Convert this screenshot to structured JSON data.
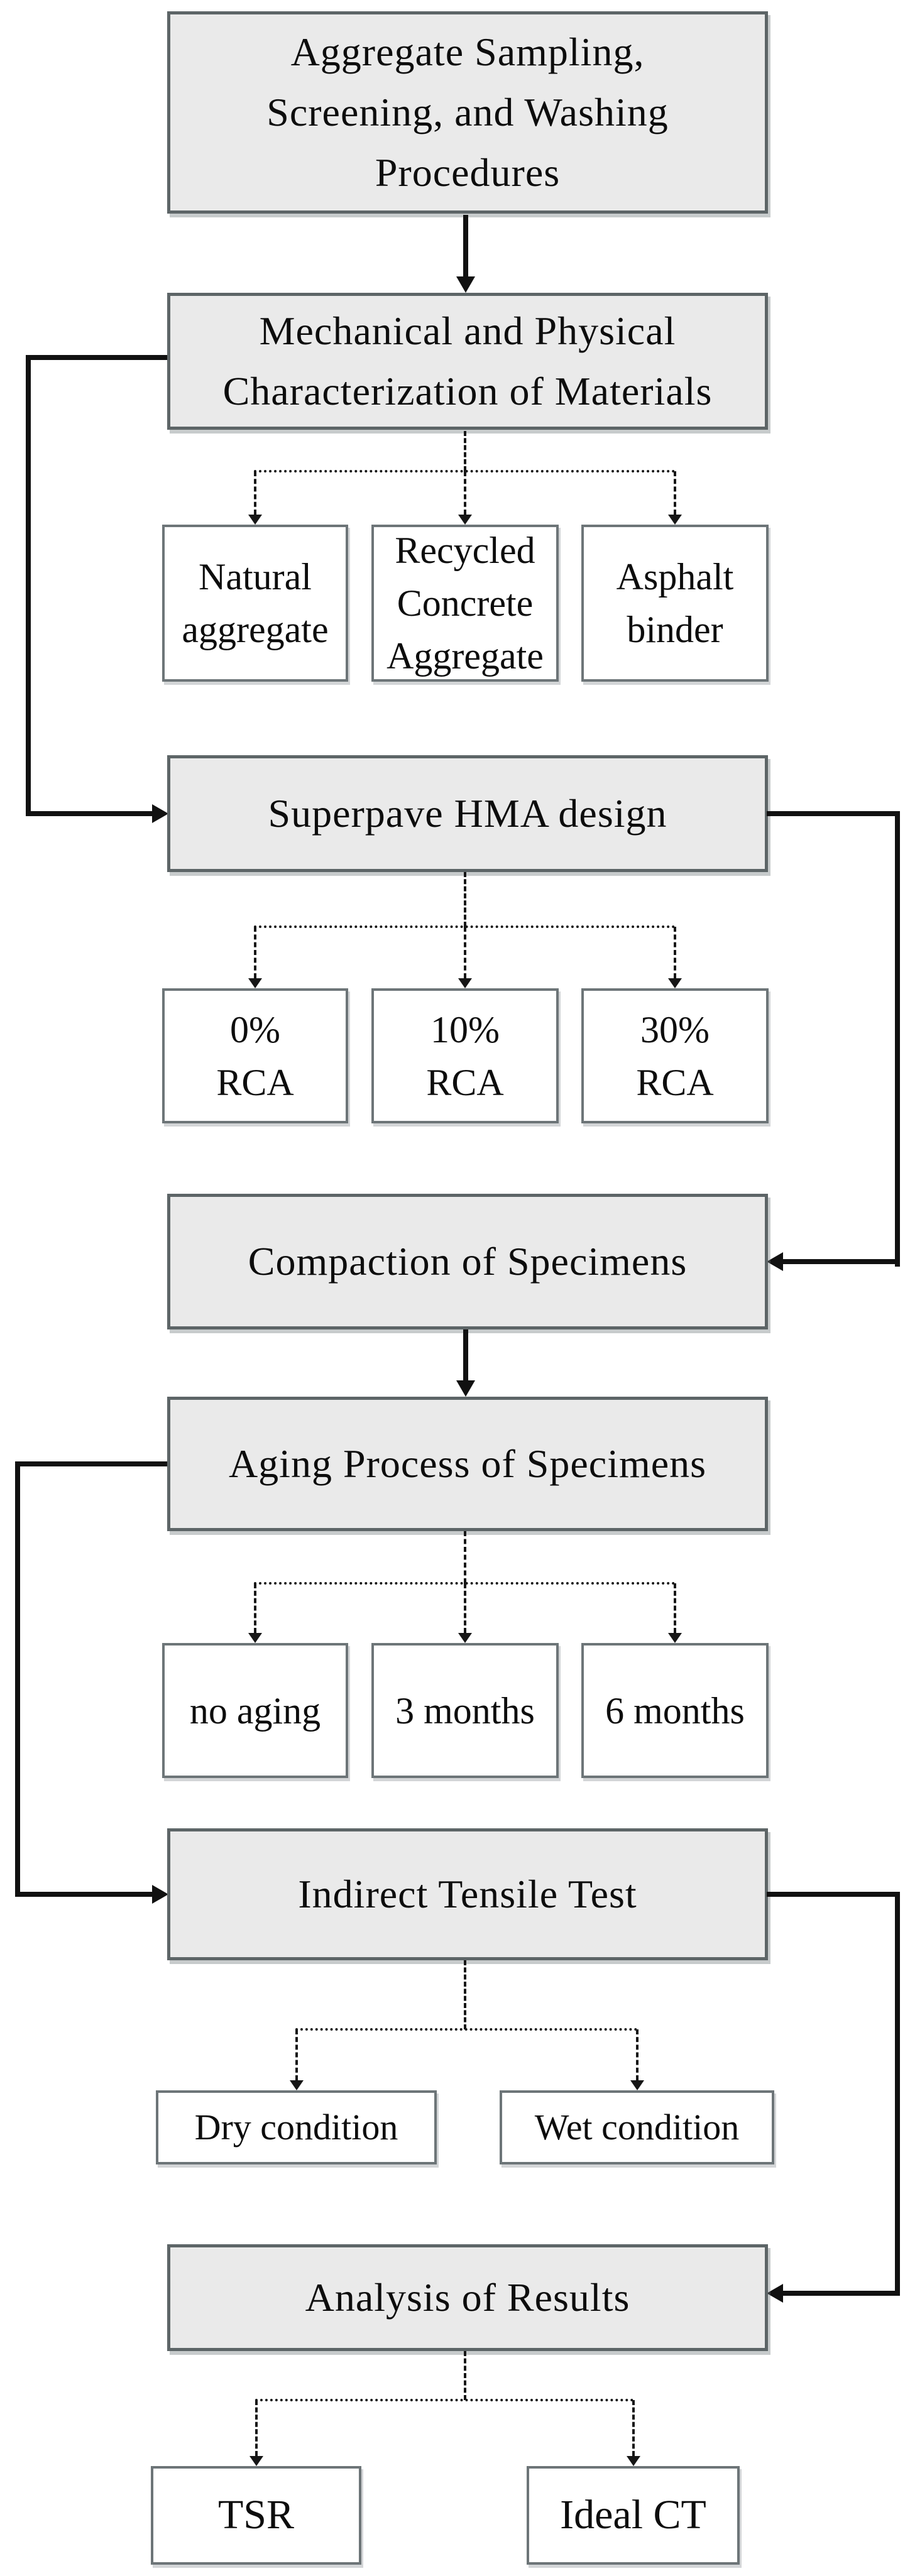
{
  "diagram": {
    "stages": {
      "sampling": {
        "lines": [
          "Aggregate Sampling,",
          "Screening, and Washing",
          "Procedures"
        ]
      },
      "characterization": {
        "lines": [
          "Mechanical and Physical",
          "Characterization of Materials"
        ]
      },
      "superpave": {
        "label": "Superpave HMA design"
      },
      "compaction": {
        "label": "Compaction of Specimens"
      },
      "aging": {
        "label": "Aging Process of Specimens"
      },
      "tensile_test": {
        "label": "Indirect Tensile Test"
      },
      "analysis": {
        "label": "Analysis of Results"
      }
    },
    "materials": [
      {
        "lines": [
          "Natural",
          "aggregate"
        ]
      },
      {
        "lines": [
          "Recycled",
          "Concrete",
          "Aggregate"
        ]
      },
      {
        "lines": [
          "Asphalt",
          "binder"
        ]
      }
    ],
    "rca_mixes": [
      {
        "lines": [
          "0%",
          "RCA"
        ]
      },
      {
        "lines": [
          "10%",
          "RCA"
        ]
      },
      {
        "lines": [
          "30%",
          "RCA"
        ]
      }
    ],
    "aging_periods": [
      {
        "label": "no aging"
      },
      {
        "label": "3 months"
      },
      {
        "label": "6 months"
      }
    ],
    "test_conditions": [
      {
        "label": "Dry condition"
      },
      {
        "label": "Wet condition"
      }
    ],
    "result_indices": [
      {
        "label": "TSR"
      },
      {
        "label": "Ideal CT"
      }
    ],
    "colors": {
      "stage_fill": "#eaeaea",
      "stage_border": "#5d6567",
      "child_fill": "#ffffff",
      "child_border": "#6d7578",
      "line": "#111111"
    }
  }
}
